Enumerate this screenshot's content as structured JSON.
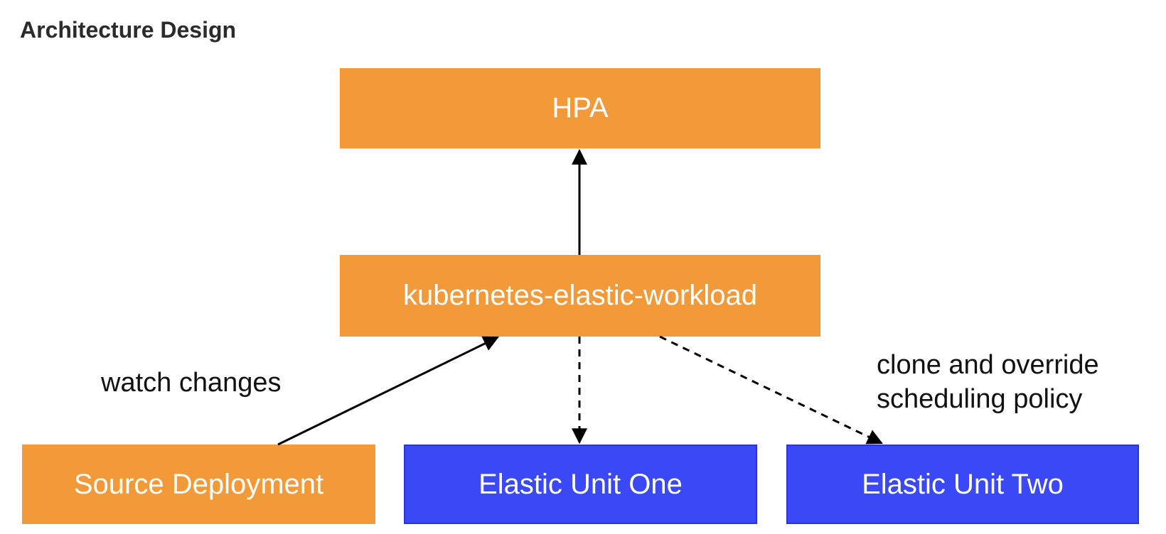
{
  "title": "Architecture Design",
  "nodes": {
    "hpa": "HPA",
    "workload": "kubernetes-elastic-workload",
    "source": "Source Deployment",
    "unit_one": "Elastic Unit One",
    "unit_two": "Elastic Unit Two"
  },
  "edge_labels": {
    "watch": "watch changes",
    "clone_line1": "clone and override",
    "clone_line2": "scheduling policy"
  },
  "colors": {
    "orange": "#f29a39",
    "blue": "#3b48f5",
    "arrow": "#000000"
  }
}
